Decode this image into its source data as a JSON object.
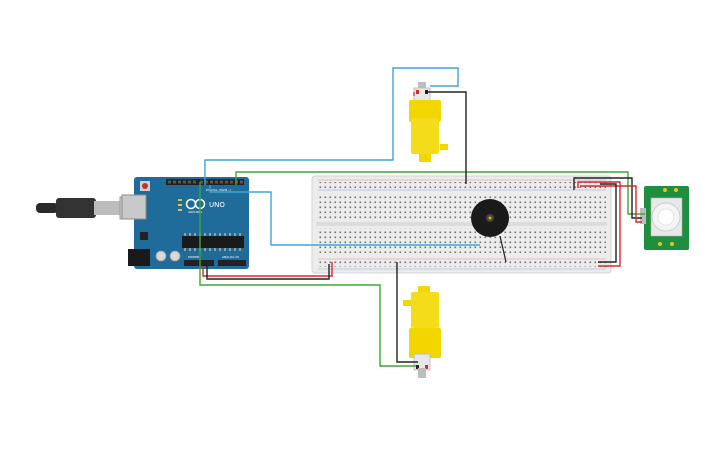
{
  "arduino": {
    "model_label": "UNO",
    "brand_label": "ARDUINO",
    "digital_label": "DIGITAL (PWM~)",
    "analog_label": "ANALOG IN",
    "power_label": "POWER"
  },
  "components": {
    "motor_top": "dc-motor",
    "motor_bottom": "dc-motor",
    "buzzer": "piezo-buzzer",
    "pir": "pir-sensor",
    "breadboard": "breadboard"
  },
  "colors": {
    "background": "#ffffff",
    "arduino_board": "#1f6b99",
    "breadboard": "#ececec",
    "motor_body": "#f2d600",
    "pir_board": "#1e8f3e",
    "wire_blue": "#3ea6d4",
    "wire_green": "#3fa535",
    "wire_red": "#d62b2b",
    "wire_black": "#222222",
    "usb_cable": "#2a2a2a"
  }
}
